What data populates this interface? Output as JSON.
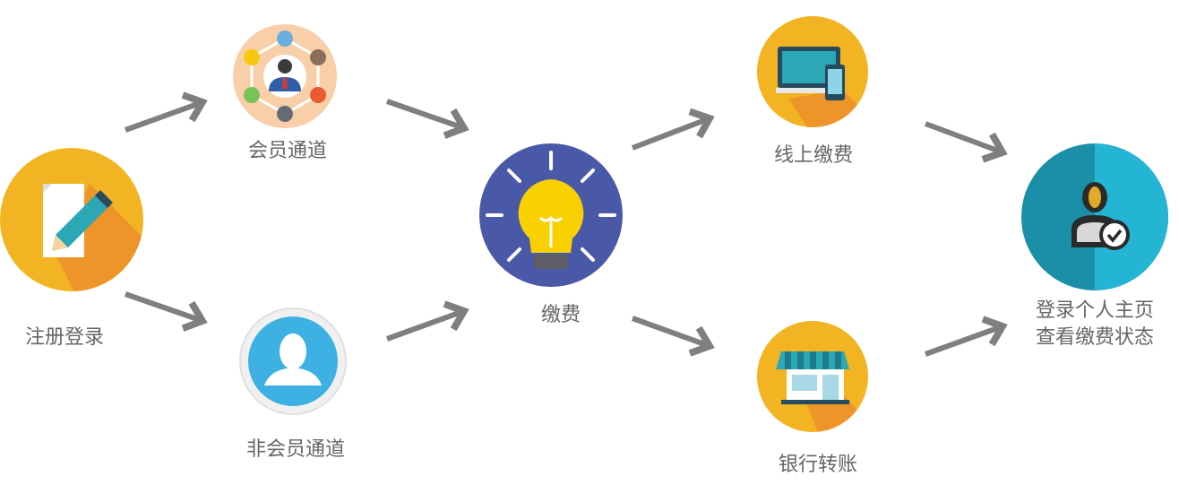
{
  "nodes": {
    "register": {
      "label": "注册登录",
      "icon": "edit-document-icon",
      "color": "#F2B422"
    },
    "member": {
      "label": "会员通道",
      "icon": "member-network-icon",
      "color": "#F8CFA8"
    },
    "nonmember": {
      "label": "非会员通道",
      "icon": "user-icon",
      "color": "#3DB1E1"
    },
    "payment": {
      "label": "缴费",
      "icon": "lightbulb-icon",
      "color": "#4A58A8"
    },
    "online": {
      "label": "线上缴费",
      "icon": "devices-icon",
      "color": "#F2B422"
    },
    "bank": {
      "label": "银行转账",
      "icon": "storefront-icon",
      "color": "#F2B422"
    },
    "status": {
      "label_line1": "登录个人主页",
      "label_line2": "查看缴费状态",
      "icon": "user-check-icon",
      "color": "#25B5D4"
    }
  },
  "arrow_color": "#7F7F7F"
}
